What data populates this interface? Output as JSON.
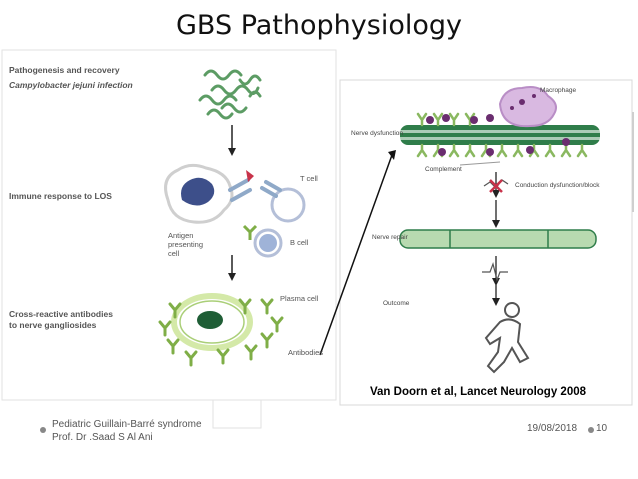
{
  "slide": {
    "title": "GBS Pathophysiology"
  },
  "left_panel": {
    "heading": "Pathogenesis and recovery",
    "step1": "Campylobacter jejuni infection",
    "step2": "Immune response to LOS",
    "step3_line1": "Cross-reactive antibodies",
    "step3_line2": "to nerve gangliosides",
    "t_cell": "T cell",
    "b_cell": "B cell",
    "apc_line1": "Antigen",
    "apc_line2": "presenting",
    "apc_line3": "cell",
    "plasma_cell": "Plasma cell",
    "antibodies": "Antibodies"
  },
  "right_panel": {
    "macrophage": "Macrophage",
    "nerve_dysfunction": "Nerve dysfunction",
    "complement": "Complement",
    "conduction": "Conduction dysfunction/block",
    "nerve_repair": "Nerve repair",
    "outcome": "Outcome"
  },
  "citation": "Van Doorn et al, Lancet Neurology 2008",
  "footer": {
    "line1": "Pediatric Guillain-Barré syndrome",
    "line2": "Prof. Dr .Saad S Al Ani",
    "date": "19/08/2018",
    "page": "10"
  },
  "colors": {
    "nerve_green": "#2f7d4a",
    "antibody_green": "#7fae47",
    "macrophage_purple": "#b98ec6",
    "complement_purple": "#6a2d6f",
    "apc_blue": "#3d4f8a",
    "block_red": "#c8334a"
  }
}
